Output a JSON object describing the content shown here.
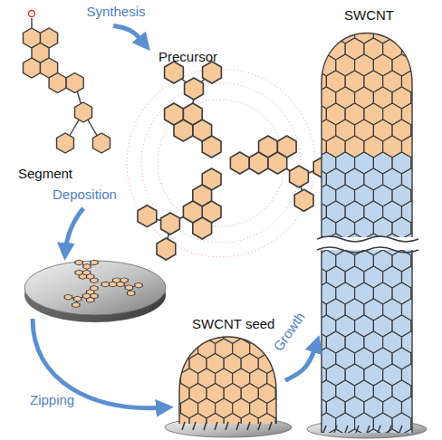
{
  "diagram": {
    "nodes": [
      {
        "text": [
          "Segment"
        ]
      },
      {
        "text": [
          "Precursor"
        ]
      },
      {
        "text": [
          "SWCNT"
        ]
      },
      {
        "text": [
          "SWCNT seed"
        ]
      }
    ],
    "edges": [
      {
        "from": 0,
        "to": 1,
        "label": "Synthesis",
        "arrow": "to"
      },
      {
        "from": 3,
        "to": 2,
        "label": "Growth",
        "arrow": "to"
      }
    ],
    "labels": [
      "Deposition",
      "Zipping"
    ]
  }
}
